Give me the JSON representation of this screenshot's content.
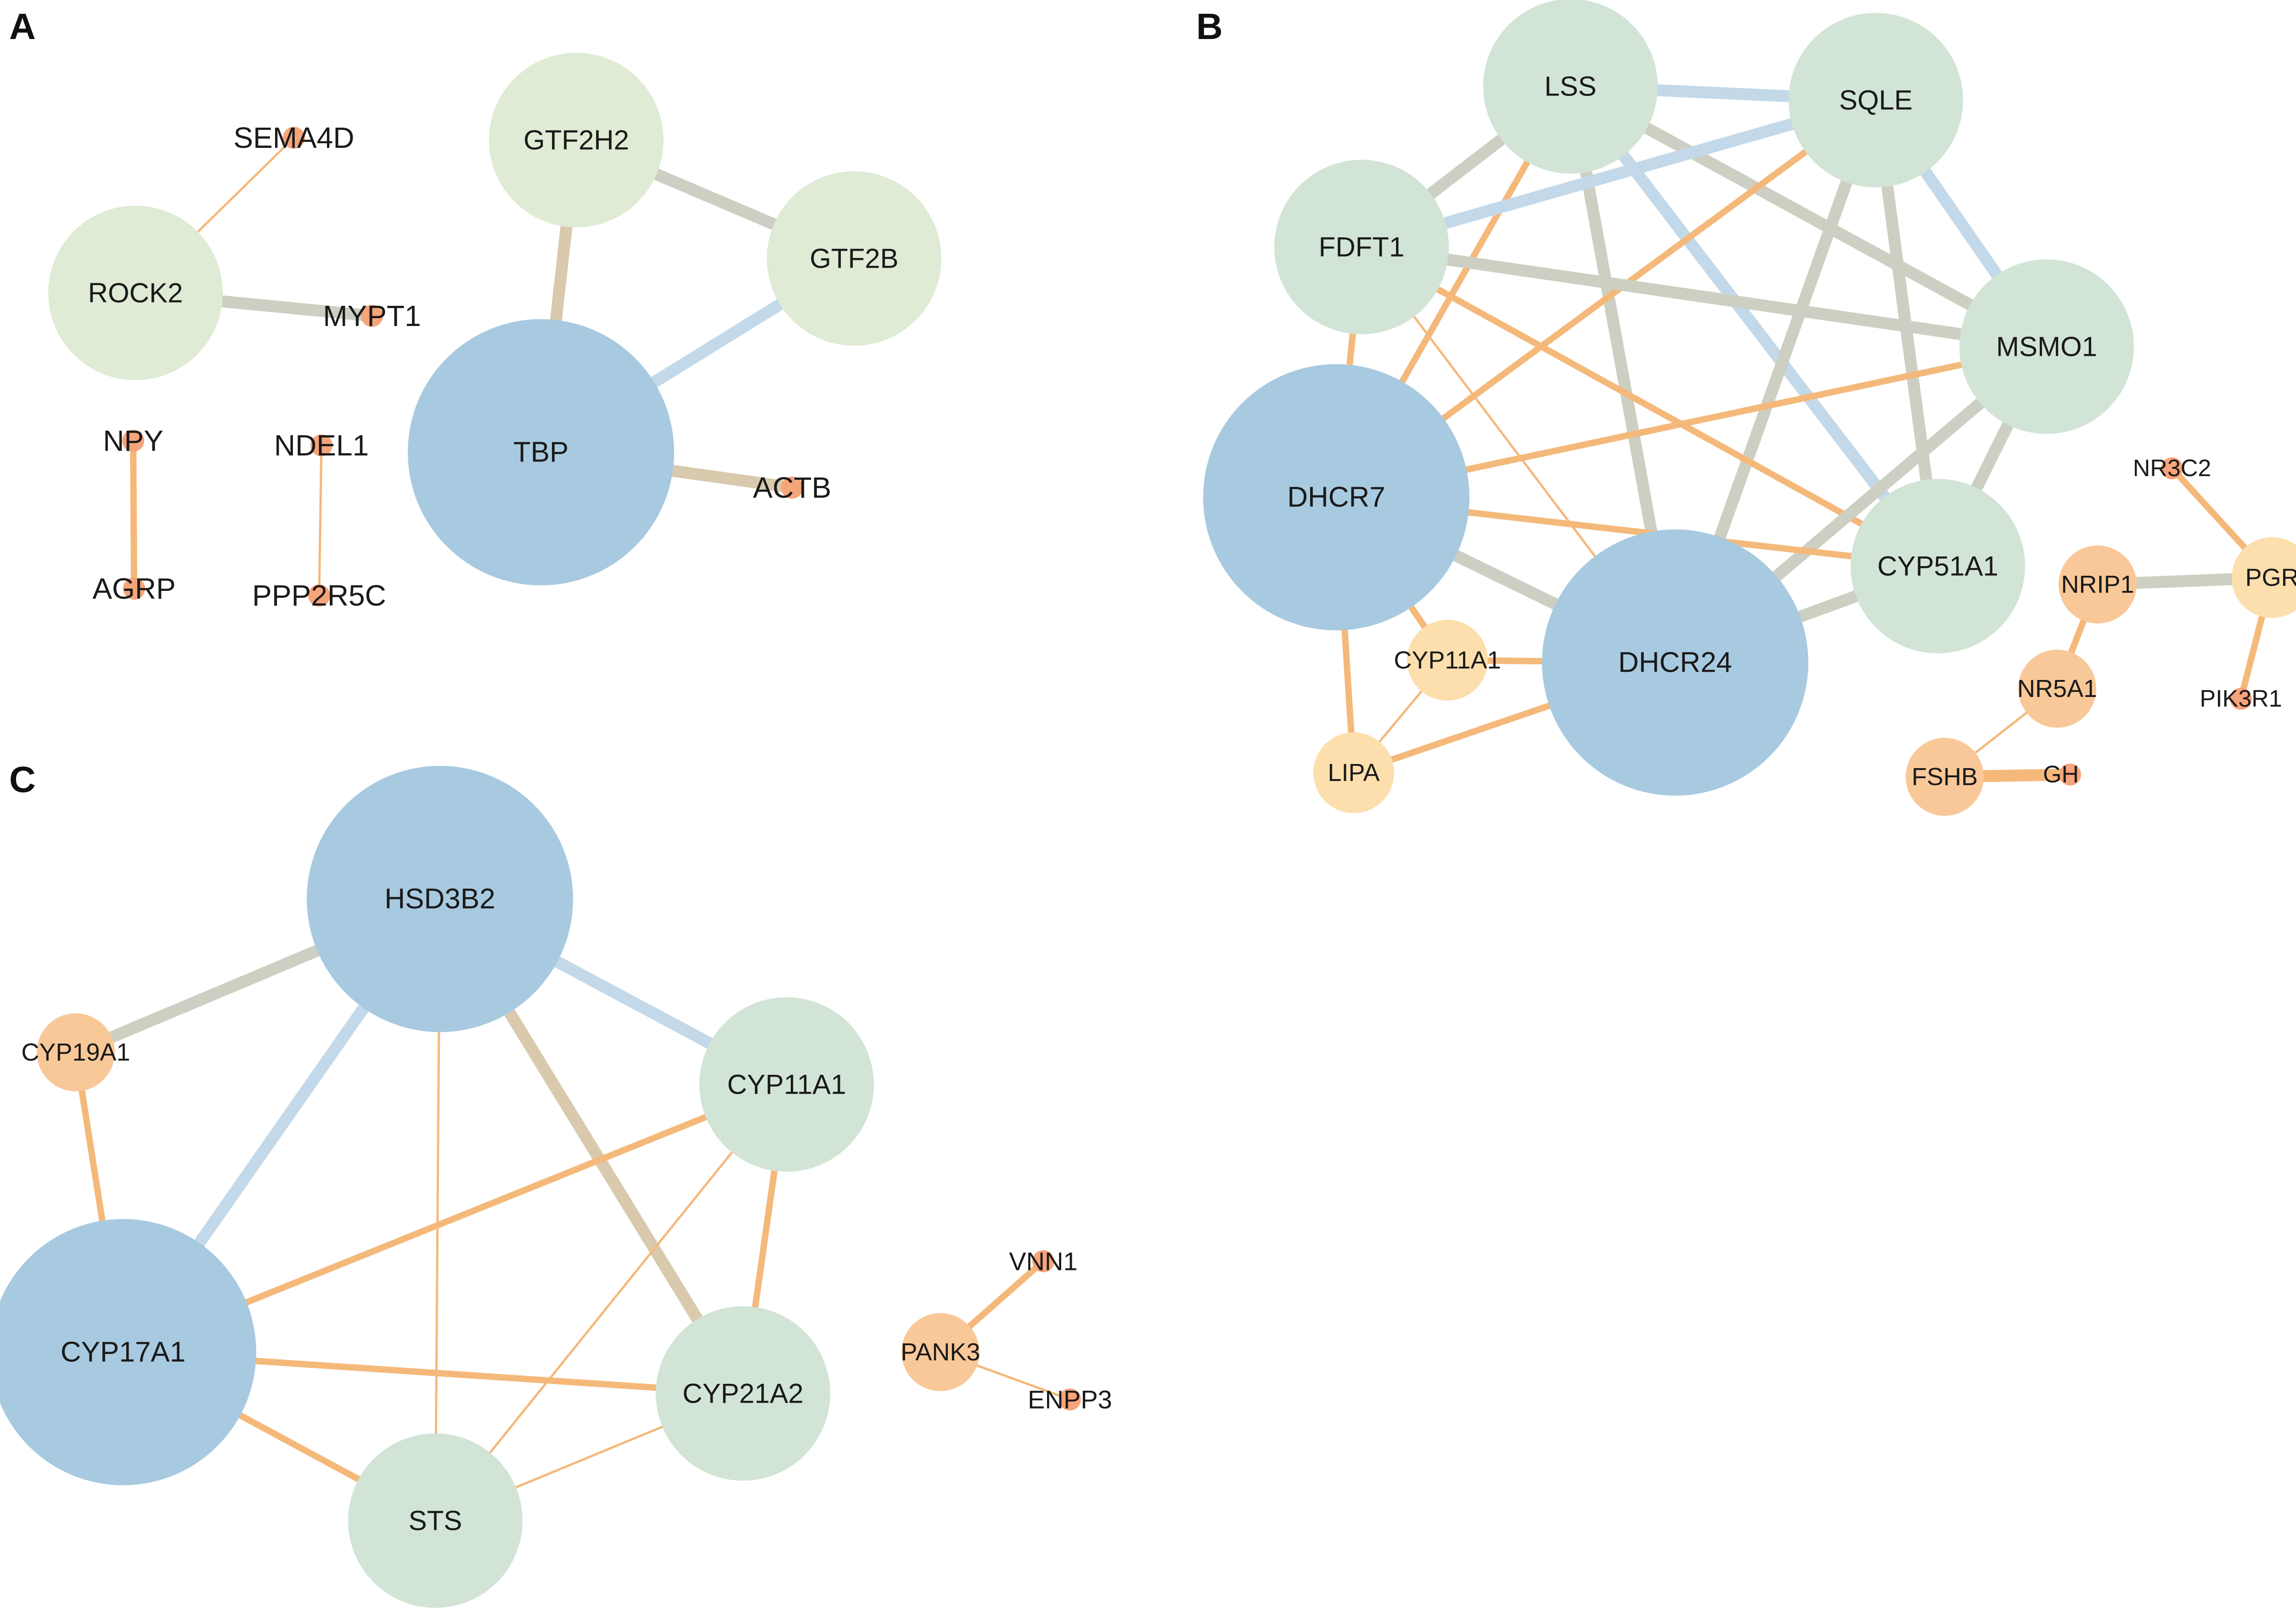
{
  "colors": {
    "blue": "#a8cae0",
    "green_light": "#dfebd4",
    "green": "#d2e4d6",
    "orange_light": "#fcdfad",
    "orange": "#f9c898",
    "orange_dark": "#f6a479",
    "edge_orange": "#f4b97a",
    "edge_gray": "#cdcfc2",
    "edge_blue": "#c3d9e9",
    "edge_tan": "#d9c9ad"
  },
  "panels": [
    {
      "id": "A",
      "label": "A",
      "nodes": [
        {
          "id": "SEMA4D",
          "label": "SEMA4D",
          "color": "orange_dark",
          "size": "xs"
        },
        {
          "id": "ROCK2",
          "label": "ROCK2",
          "color": "green_light",
          "size": "lg"
        },
        {
          "id": "MYPT1",
          "label": "MYPT1",
          "color": "orange_dark",
          "size": "xs"
        },
        {
          "id": "NPY",
          "label": "NPY",
          "color": "orange_dark",
          "size": "xs"
        },
        {
          "id": "AGRP",
          "label": "AGRP",
          "color": "orange_dark",
          "size": "xs"
        },
        {
          "id": "NDEL1",
          "label": "NDEL1",
          "color": "orange_dark",
          "size": "xs"
        },
        {
          "id": "PPP2R5C",
          "label": "PPP2R5C",
          "color": "orange_dark",
          "size": "xs"
        },
        {
          "id": "GTF2H2",
          "label": "GTF2H2",
          "color": "green_light",
          "size": "lg"
        },
        {
          "id": "GTF2B",
          "label": "GTF2B",
          "color": "green_light",
          "size": "lg"
        },
        {
          "id": "TBP",
          "label": "TBP",
          "color": "blue",
          "size": "xl"
        },
        {
          "id": "ACTB",
          "label": "ACTB",
          "color": "orange_dark",
          "size": "xs"
        }
      ],
      "edges": [
        {
          "source": "ROCK2",
          "target": "SEMA4D",
          "color": "edge_orange",
          "weight": "thin"
        },
        {
          "source": "ROCK2",
          "target": "MYPT1",
          "color": "edge_gray",
          "weight": "thick"
        },
        {
          "source": "NPY",
          "target": "AGRP",
          "color": "edge_orange",
          "weight": "medium"
        },
        {
          "source": "NDEL1",
          "target": "PPP2R5C",
          "color": "edge_orange",
          "weight": "thin"
        },
        {
          "source": "GTF2H2",
          "target": "GTF2B",
          "color": "edge_gray",
          "weight": "thick"
        },
        {
          "source": "GTF2H2",
          "target": "TBP",
          "color": "edge_tan",
          "weight": "thick"
        },
        {
          "source": "GTF2B",
          "target": "TBP",
          "color": "edge_blue",
          "weight": "thick"
        },
        {
          "source": "TBP",
          "target": "ACTB",
          "color": "edge_tan",
          "weight": "thick"
        }
      ]
    },
    {
      "id": "B",
      "label": "B",
      "nodes": [
        {
          "id": "LSS",
          "label": "LSS",
          "color": "green",
          "size": "lg"
        },
        {
          "id": "SQLE",
          "label": "SQLE",
          "color": "green",
          "size": "lg"
        },
        {
          "id": "FDFT1",
          "label": "FDFT1",
          "color": "green",
          "size": "lg"
        },
        {
          "id": "MSMO1",
          "label": "MSMO1",
          "color": "green",
          "size": "lg"
        },
        {
          "id": "DHCR7",
          "label": "DHCR7",
          "color": "blue",
          "size": "xl"
        },
        {
          "id": "CYP51A1",
          "label": "CYP51A1",
          "color": "green",
          "size": "lg"
        },
        {
          "id": "DHCR24",
          "label": "DHCR24",
          "color": "blue",
          "size": "xl"
        },
        {
          "id": "CYP11A1_B",
          "label": "CYP11A1",
          "color": "orange_light",
          "size": "md"
        },
        {
          "id": "LIPA",
          "label": "LIPA",
          "color": "orange_light",
          "size": "md"
        },
        {
          "id": "NR3C2",
          "label": "NR3C2",
          "color": "orange_dark",
          "size": "xs"
        },
        {
          "id": "PGR",
          "label": "PGR",
          "color": "orange_light",
          "size": "md"
        },
        {
          "id": "NRIP1",
          "label": "NRIP1",
          "color": "orange",
          "size": "sm"
        },
        {
          "id": "PIK3R1",
          "label": "PIK3R1",
          "color": "orange_dark",
          "size": "xs"
        },
        {
          "id": "NR5A1",
          "label": "NR5A1",
          "color": "orange",
          "size": "sm"
        },
        {
          "id": "FSHB",
          "label": "FSHB",
          "color": "orange",
          "size": "sm"
        },
        {
          "id": "GH",
          "label": "GH",
          "color": "orange_dark",
          "size": "xs"
        }
      ],
      "edges": [
        {
          "source": "LSS",
          "target": "SQLE",
          "color": "edge_blue",
          "weight": "thick"
        },
        {
          "source": "LSS",
          "target": "FDFT1",
          "color": "edge_gray",
          "weight": "thick"
        },
        {
          "source": "LSS",
          "target": "MSMO1",
          "color": "edge_gray",
          "weight": "thick"
        },
        {
          "source": "LSS",
          "target": "CYP51A1",
          "color": "edge_blue",
          "weight": "thick"
        },
        {
          "source": "LSS",
          "target": "DHCR24",
          "color": "edge_gray",
          "weight": "thick"
        },
        {
          "source": "LSS",
          "target": "DHCR7",
          "color": "edge_orange",
          "weight": "medium"
        },
        {
          "source": "SQLE",
          "target": "FDFT1",
          "color": "edge_blue",
          "weight": "thick"
        },
        {
          "source": "SQLE",
          "target": "MSMO1",
          "color": "edge_blue",
          "weight": "thick"
        },
        {
          "source": "SQLE",
          "target": "CYP51A1",
          "color": "edge_gray",
          "weight": "thick"
        },
        {
          "source": "SQLE",
          "target": "DHCR24",
          "color": "edge_gray",
          "weight": "thick"
        },
        {
          "source": "SQLE",
          "target": "DHCR7",
          "color": "edge_orange",
          "weight": "medium"
        },
        {
          "source": "FDFT1",
          "target": "MSMO1",
          "color": "edge_gray",
          "weight": "thick"
        },
        {
          "source": "FDFT1",
          "target": "DHCR7",
          "color": "edge_orange",
          "weight": "medium"
        },
        {
          "source": "FDFT1",
          "target": "CYP51A1",
          "color": "edge_orange",
          "weight": "medium"
        },
        {
          "source": "FDFT1",
          "target": "DHCR24",
          "color": "edge_orange",
          "weight": "thin"
        },
        {
          "source": "MSMO1",
          "target": "DHCR7",
          "color": "edge_orange",
          "weight": "medium"
        },
        {
          "source": "MSMO1",
          "target": "CYP51A1",
          "color": "edge_gray",
          "weight": "thick"
        },
        {
          "source": "MSMO1",
          "target": "DHCR24",
          "color": "edge_gray",
          "weight": "thick"
        },
        {
          "source": "DHCR7",
          "target": "DHCR24",
          "color": "edge_gray",
          "weight": "thick"
        },
        {
          "source": "DHCR7",
          "target": "CYP51A1",
          "color": "edge_orange",
          "weight": "medium"
        },
        {
          "source": "DHCR7",
          "target": "CYP11A1_B",
          "color": "edge_orange",
          "weight": "medium"
        },
        {
          "source": "DHCR7",
          "target": "LIPA",
          "color": "edge_orange",
          "weight": "medium"
        },
        {
          "source": "DHCR24",
          "target": "CYP51A1",
          "color": "edge_gray",
          "weight": "thick"
        },
        {
          "source": "DHCR24",
          "target": "CYP11A1_B",
          "color": "edge_orange",
          "weight": "medium"
        },
        {
          "source": "DHCR24",
          "target": "LIPA",
          "color": "edge_orange",
          "weight": "medium"
        },
        {
          "source": "CYP11A1_B",
          "target": "LIPA",
          "color": "edge_orange",
          "weight": "thin"
        },
        {
          "source": "NR3C2",
          "target": "PGR",
          "color": "edge_orange",
          "weight": "medium"
        },
        {
          "source": "NRIP1",
          "target": "PGR",
          "color": "edge_gray",
          "weight": "thick"
        },
        {
          "source": "PGR",
          "target": "PIK3R1",
          "color": "edge_orange",
          "weight": "medium"
        },
        {
          "source": "NRIP1",
          "target": "NR5A1",
          "color": "edge_orange",
          "weight": "medium"
        },
        {
          "source": "NR5A1",
          "target": "FSHB",
          "color": "edge_orange",
          "weight": "thin"
        },
        {
          "source": "FSHB",
          "target": "GH",
          "color": "edge_orange",
          "weight": "thick"
        }
      ]
    },
    {
      "id": "C",
      "label": "C",
      "nodes": [
        {
          "id": "HSD3B2",
          "label": "HSD3B2",
          "color": "blue",
          "size": "xl"
        },
        {
          "id": "CYP19A1",
          "label": "CYP19A1",
          "color": "orange",
          "size": "sm"
        },
        {
          "id": "CYP11A1_C",
          "label": "CYP11A1",
          "color": "green",
          "size": "lg"
        },
        {
          "id": "CYP17A1",
          "label": "CYP17A1",
          "color": "blue",
          "size": "xl"
        },
        {
          "id": "CYP21A2",
          "label": "CYP21A2",
          "color": "green",
          "size": "lg"
        },
        {
          "id": "STS",
          "label": "STS",
          "color": "green",
          "size": "lg"
        },
        {
          "id": "VNN1",
          "label": "VNN1",
          "color": "orange_dark",
          "size": "xs"
        },
        {
          "id": "PANK3",
          "label": "PANK3",
          "color": "orange",
          "size": "sm"
        },
        {
          "id": "ENPP3",
          "label": "ENPP3",
          "color": "orange_dark",
          "size": "xs"
        }
      ],
      "edges": [
        {
          "source": "HSD3B2",
          "target": "CYP19A1",
          "color": "edge_gray",
          "weight": "thick"
        },
        {
          "source": "HSD3B2",
          "target": "CYP11A1_C",
          "color": "edge_blue",
          "weight": "thick"
        },
        {
          "source": "HSD3B2",
          "target": "CYP17A1",
          "color": "edge_blue",
          "weight": "thick"
        },
        {
          "source": "HSD3B2",
          "target": "CYP21A2",
          "color": "edge_tan",
          "weight": "thick"
        },
        {
          "source": "HSD3B2",
          "target": "STS",
          "color": "edge_orange",
          "weight": "thin"
        },
        {
          "source": "CYP19A1",
          "target": "CYP17A1",
          "color": "edge_orange",
          "weight": "medium"
        },
        {
          "source": "CYP11A1_C",
          "target": "CYP17A1",
          "color": "edge_orange",
          "weight": "medium"
        },
        {
          "source": "CYP11A1_C",
          "target": "CYP21A2",
          "color": "edge_orange",
          "weight": "medium"
        },
        {
          "source": "CYP11A1_C",
          "target": "STS",
          "color": "edge_orange",
          "weight": "thin"
        },
        {
          "source": "CYP17A1",
          "target": "CYP21A2",
          "color": "edge_orange",
          "weight": "medium"
        },
        {
          "source": "CYP17A1",
          "target": "STS",
          "color": "edge_orange",
          "weight": "medium"
        },
        {
          "source": "CYP21A2",
          "target": "STS",
          "color": "edge_orange",
          "weight": "thin"
        },
        {
          "source": "PANK3",
          "target": "VNN1",
          "color": "edge_orange",
          "weight": "medium"
        },
        {
          "source": "PANK3",
          "target": "ENPP3",
          "color": "edge_orange",
          "weight": "thin"
        }
      ]
    }
  ]
}
